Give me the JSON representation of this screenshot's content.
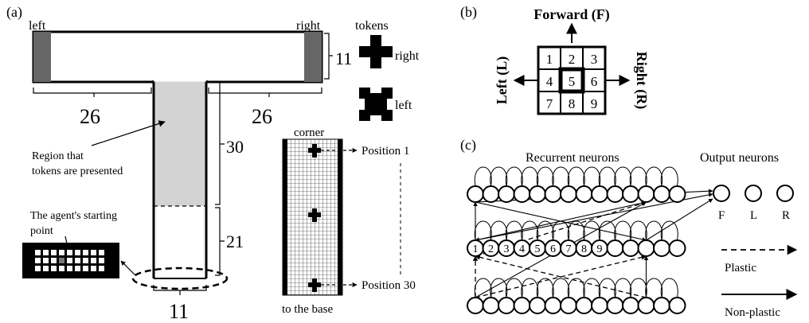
{
  "panel_a": {
    "label": "(a)",
    "left": "left",
    "right": "right",
    "tokens_title": "tokens",
    "token_right": "right",
    "token_left": "left",
    "dim_arm_height": "11",
    "dim_left_arm": "26",
    "dim_right_arm": "26",
    "dim_stem_upper": "30",
    "dim_stem_lower": "21",
    "dim_base": "11",
    "region_label_1": "Region that",
    "region_label_2": "tokens are presented",
    "start_label_1": "The agent's starting",
    "start_label_2": "point",
    "corner": "corner",
    "position_1": "Position 1",
    "position_30": "Position 30",
    "to_base": "to the base"
  },
  "panel_b": {
    "label": "(b)",
    "forward": "Forward (F)",
    "left": "Left (L)",
    "right": "Right (R)",
    "cells": [
      "1",
      "2",
      "3",
      "4",
      "5",
      "6",
      "7",
      "8",
      "9"
    ]
  },
  "panel_c": {
    "label": "(c)",
    "recurrent": "Recurrent neurons",
    "output": "Output neurons",
    "outputs": [
      "F",
      "L",
      "R"
    ],
    "middle_numbers": [
      "1",
      "2",
      "3",
      "4",
      "5",
      "6",
      "7",
      "8",
      "9"
    ],
    "plastic": "Plastic",
    "non_plastic": "Non-plastic"
  }
}
